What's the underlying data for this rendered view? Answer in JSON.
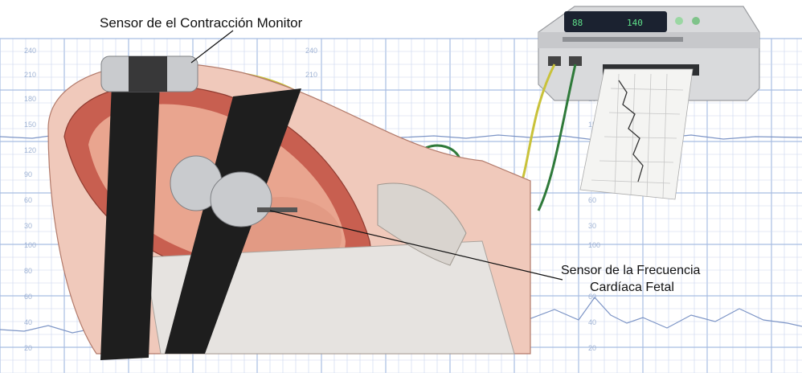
{
  "labels": {
    "contraction_sensor": "Sensor de el Contracción Monitor",
    "fhr_sensor_line1": "Sensor de la Frecuencia",
    "fhr_sensor_line2": "Cardíaca Fetal"
  },
  "chart_ticks": {
    "upper_panel": [
      "240",
      "210",
      "180",
      "150",
      "120",
      "90",
      "60",
      "30"
    ],
    "lower_panel": [
      "100",
      "80",
      "60",
      "40",
      "20"
    ]
  },
  "monitor_display": {
    "readout_a": "88",
    "readout_b": "140"
  },
  "colors": {
    "grid": "#c9d6ee",
    "grid_major": "#a8bde2",
    "trace": "#7d95c6",
    "belt": "#1e1e1e",
    "skin": "#e9a58f",
    "uterus": "#c85f50",
    "monitor_body": "#dcdcdc",
    "display": "#1b2230",
    "yellow_cable": "#c9c23a",
    "green_cable": "#2f7a3a"
  }
}
